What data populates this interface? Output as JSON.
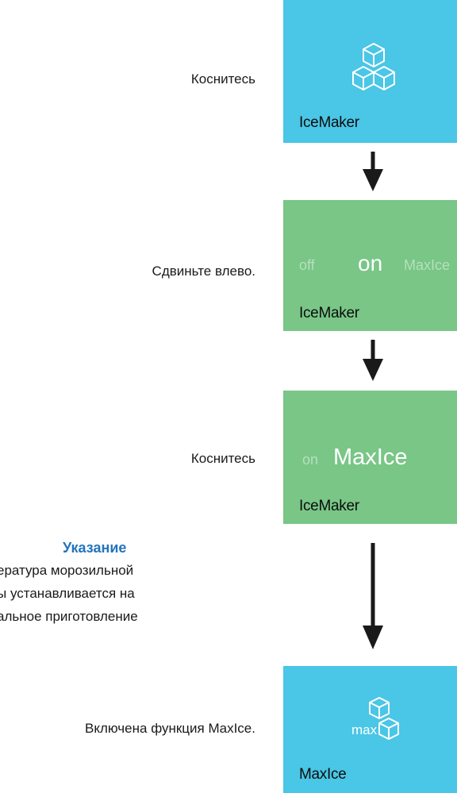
{
  "steps": [
    {
      "instruction": "Коснитесь",
      "panel_label": "IceMaker"
    },
    {
      "instruction": "Сдвиньте влево.",
      "panel_label": "IceMaker",
      "options": {
        "left": "off",
        "center": "on",
        "right": "MaxIce"
      }
    },
    {
      "instruction": "Коснитесь",
      "panel_label": "IceMaker",
      "options": {
        "left": "on",
        "center": "MaxIce"
      }
    },
    {
      "instruction": "Включена функция MaxIce.",
      "panel_label": "MaxIce",
      "icon_text": "max"
    }
  ],
  "hint": {
    "title": "Указание",
    "lines": [
      "ература морозильной",
      "ы устанавливается на",
      "альное приготовление"
    ]
  },
  "colors": {
    "blue_panel": "#4ac6e6",
    "green_panel": "#79c687",
    "hint_title": "#2374bd",
    "arrow": "#1a1a1a"
  },
  "icons": [
    "ice-cubes-icon",
    "arrow-down-icon",
    "max-ice-cubes-icon"
  ]
}
